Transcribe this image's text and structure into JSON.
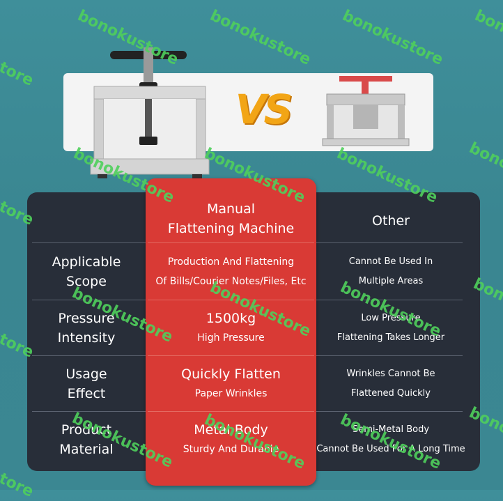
{
  "comparison": {
    "vs_label": "VS",
    "header": {
      "manual_line1": "Manual",
      "manual_line2": "Flattening Machine",
      "other": "Other"
    },
    "rows": [
      {
        "category": [
          "Applicable",
          "Scope"
        ],
        "manual": [
          "Production And Flattening",
          "Of Bills/Courier Notes/Files, Etc"
        ],
        "other": [
          "Cannot Be Used In",
          "Multiple Areas"
        ]
      },
      {
        "category": [
          "Pressure",
          "Intensity"
        ],
        "manual": [
          "1500kg",
          "High Pressure"
        ],
        "other": [
          "Low Pressure",
          "Flattening Takes Longer"
        ]
      },
      {
        "category": [
          "Usage",
          "Effect"
        ],
        "manual": [
          "Quickly Flatten",
          "Paper Wrinkles"
        ],
        "other": [
          "Wrinkles Cannot Be",
          "Flattened Quickly"
        ]
      },
      {
        "category": [
          "Product",
          "Material"
        ],
        "manual": [
          "Metal Body",
          "Sturdy And Durable"
        ],
        "other": [
          "Semi-Metal Body",
          "Cannot Be Used For A Long Time"
        ]
      }
    ]
  },
  "watermark": "bonokustore",
  "colors": {
    "background": "#3b8792",
    "panel": "#282e39",
    "highlight": "#d93a35",
    "vs": "#f2a516",
    "watermark": "#4fd05c"
  }
}
